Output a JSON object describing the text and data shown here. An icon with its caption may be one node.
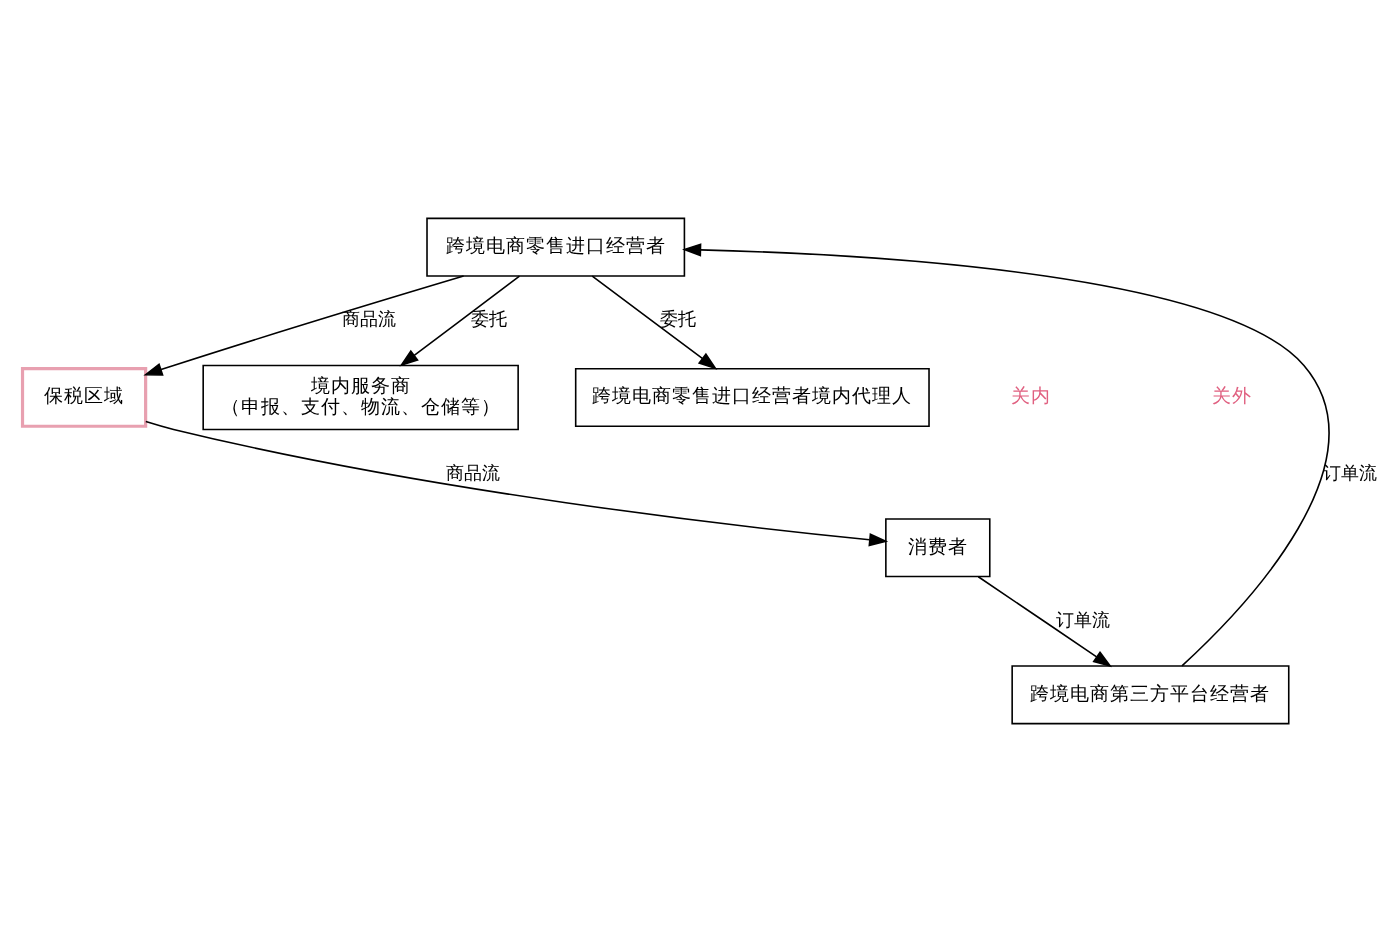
{
  "diagram": {
    "nodes": [
      {
        "text": [
          "跨境电商零售进口经营者"
        ]
      },
      {
        "text": [
          "保税区域"
        ]
      },
      {
        "text": [
          "跨境电商第三方平台经营者"
        ]
      },
      {
        "text": [
          "境内服务商",
          "（申报、支付、物流、仓储等）"
        ]
      },
      {
        "text": [
          "跨境电商零售进口经营者境内代理人"
        ]
      },
      {
        "text": [
          "消费者"
        ]
      }
    ],
    "edges": [
      {
        "from": 0,
        "to": 1,
        "arrow": "to",
        "label": "商品流"
      },
      {
        "from": 0,
        "to": 3,
        "arrow": "to",
        "label": "委托"
      },
      {
        "from": 0,
        "to": 4,
        "arrow": "to",
        "label": "委托"
      },
      {
        "from": 2,
        "to": 0,
        "arrow": "to",
        "label": "订单流"
      },
      {
        "from": 1,
        "to": 5,
        "arrow": "to",
        "label": "商品流"
      },
      {
        "from": 5,
        "to": 2,
        "arrow": "to",
        "label": "订单流"
      }
    ],
    "labels": [
      "关内",
      "关外"
    ]
  }
}
